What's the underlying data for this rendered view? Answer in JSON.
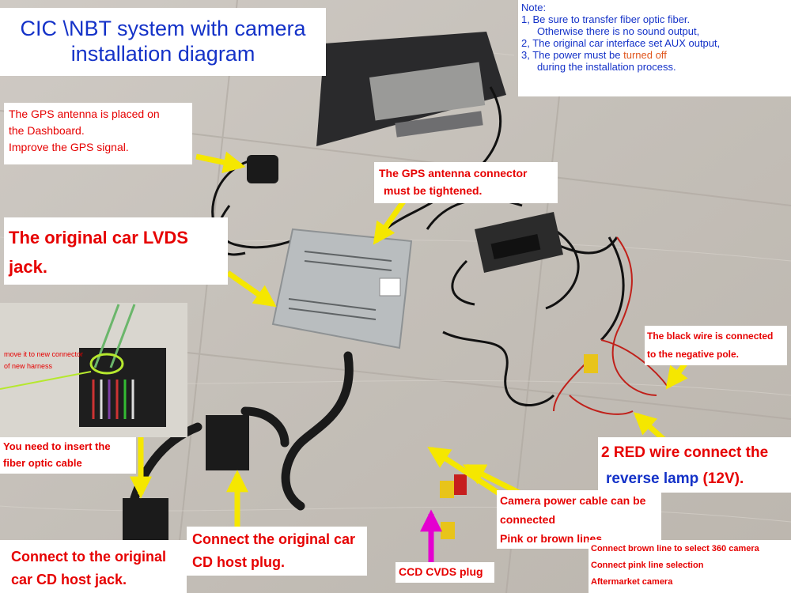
{
  "title": {
    "line1": "CIC \\NBT system with camera",
    "line2": "installation diagram"
  },
  "note": {
    "heading": "Note:",
    "item1a": "1, Be sure to transfer fiber optic fiber.",
    "item1b": "Otherwise there is no sound output,",
    "item2": "2, The original car interface set AUX output,",
    "item3a": "3, The power must be ",
    "item3_highlight": "turned off",
    "item3b": "during the installation process."
  },
  "labels": {
    "gps_placement": [
      "The GPS antenna is placed on",
      "the Dashboard.",
      "Improve the GPS signal."
    ],
    "gps_connector": [
      "The GPS antenna connector",
      "must be tightened."
    ],
    "lvds": [
      "The original car LVDS",
      "jack."
    ],
    "inset_move": [
      "move it to new connector",
      "of new harness"
    ],
    "fiber": [
      "You need to insert the",
      "fiber optic cable"
    ],
    "cd_host_jack": [
      "Connect to the original",
      "car CD host jack."
    ],
    "cd_host_plug": [
      "Connect the original car",
      "CD host plug."
    ],
    "ccd_plug": "CCD CVDS plug",
    "camera_power": [
      "Camera power cable can be",
      "connected",
      "Pink or brown lines."
    ],
    "aftermarket": [
      "Connect brown line to select 360 camera",
      "Connect pink line selection",
      "Aftermarket camera"
    ],
    "black_wire": [
      "The black wire is connected",
      "to the negative pole."
    ],
    "red_wire_line1": "2 RED wire  connect the",
    "red_wire_line2a": "reverse lamp",
    "red_wire_line2b": " (12V)."
  },
  "colors": {
    "label_red": "#e60000",
    "title_blue": "#1432c8",
    "highlight_orange": "#e0561d",
    "arrow_yellow": "#f5e700",
    "arrow_magenta": "#e400d0",
    "floor": "#c6c1bb"
  },
  "icons": [
    "arrow-yellow",
    "arrow-magenta",
    "wire-harness",
    "interface-box",
    "gps-antenna",
    "head-unit"
  ]
}
